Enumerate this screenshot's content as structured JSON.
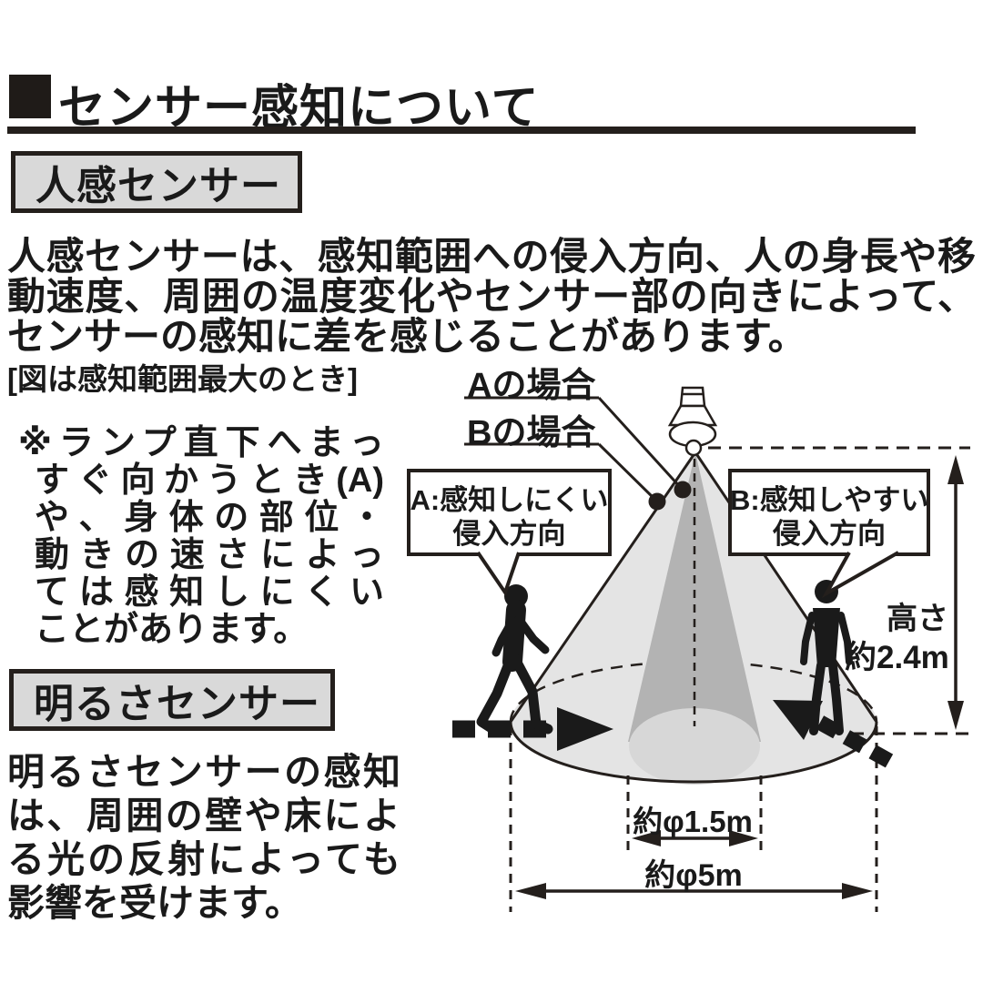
{
  "header": {
    "title": "センサー感知について"
  },
  "motion_sensor": {
    "label": "人感センサー",
    "body_lines": [
      "人感センサーは、感知範囲への侵入方向、人の身長や移",
      "動速度、周囲の温度変化やセンサー部の向きによって、",
      "センサーの感知に差を感じることがあります。"
    ],
    "figure_caption": "[図は感知範囲最大のとき]",
    "note_lines": [
      "※ランプ直下へまっ",
      "すぐ向かうとき(A)",
      "や、身体の部位・",
      "動きの速さによっ",
      "ては感知しにくい",
      "ことがあります。"
    ]
  },
  "brightness_sensor": {
    "label": "明るさセンサー",
    "body_lines": [
      "明るさセンサーの感知",
      "は、周囲の壁や床によ",
      "る光の反射によっても",
      "影響を受けます。"
    ]
  },
  "diagram": {
    "case_a": "Aの場合",
    "case_b": "Bの場合",
    "callout_a_line1": "A:感知しにくい",
    "callout_a_line2": "侵入方向",
    "callout_b_line1": "B:感知しやすい",
    "callout_b_line2": "侵入方向",
    "height_label_line1": "高さ",
    "height_label_line2": "約2.4m",
    "inner_diameter_label": "約φ1.5m",
    "outer_diameter_label": "約φ5m"
  },
  "colors": {
    "ink": "#1a1a1a",
    "label_box_bg": "#d9d9d9",
    "cone_light": "#e4e4e4",
    "cone_dark": "#b3b3b3",
    "light_spot": "#d7d7d7"
  }
}
